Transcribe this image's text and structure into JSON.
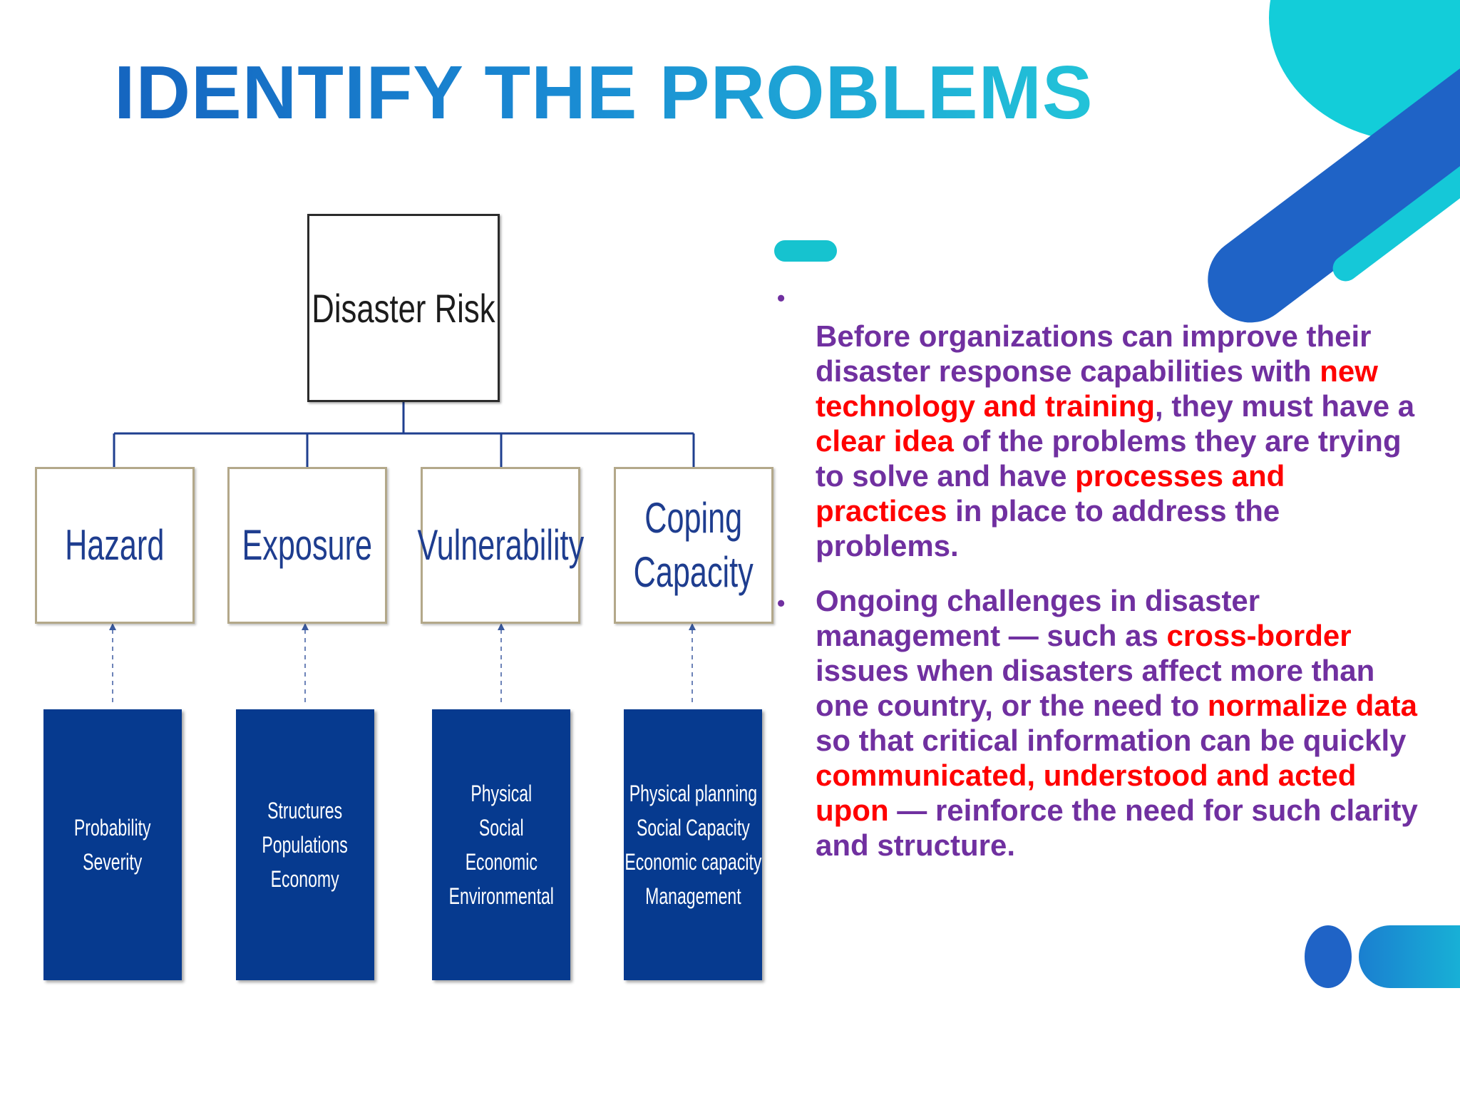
{
  "title": "IDENTIFY THE PROBLEMS",
  "diagram": {
    "root": "Disaster Risk",
    "categories": [
      {
        "label": "Hazard",
        "items": [
          "Probability",
          "Severity"
        ]
      },
      {
        "label": "Exposure",
        "items": [
          "Structures",
          "Populations",
          "Economy"
        ]
      },
      {
        "label": "Vulnerability",
        "items": [
          "Physical",
          "Social",
          "Economic",
          "Environmental"
        ]
      },
      {
        "label": "Coping\nCapacity",
        "items": [
          "Physical planning",
          "Social Capacity",
          "Economic capacity",
          "Management"
        ]
      }
    ],
    "colors": {
      "connector": "#1f3f8f",
      "sub_box": "#063a8f",
      "category_text": "#1e3d8f"
    }
  },
  "bullets": [
    {
      "segments": [
        {
          "text": "Before organizations can improve their disaster response capabilities with ",
          "highlight": false
        },
        {
          "text": "new technology and training",
          "highlight": true
        },
        {
          "text": ", they must have a ",
          "highlight": false
        },
        {
          "text": "clear idea",
          "highlight": true
        },
        {
          "text": " of the problems they are trying to solve and have ",
          "highlight": false
        },
        {
          "text": "processes and practices",
          "highlight": true
        },
        {
          "text": " in place to address the problems.",
          "highlight": false
        }
      ]
    },
    {
      "segments": [
        {
          "text": "Ongoing challenges in disaster management — such as ",
          "highlight": false
        },
        {
          "text": "cross-border",
          "highlight": true
        },
        {
          "text": " issues when disasters affect more than one country, or the need to ",
          "highlight": false
        },
        {
          "text": "normalize data",
          "highlight": true
        },
        {
          "text": " so that critical information can be quickly ",
          "highlight": false
        },
        {
          "text": "communicated, understood and acted upon",
          "highlight": true
        },
        {
          "text": " — reinforce the need for such clarity and structure.",
          "highlight": false
        }
      ]
    }
  ],
  "colors": {
    "text": "#7030a0",
    "highlight": "#ff0000",
    "title_start": "#1565c0",
    "title_end": "#22c3d8",
    "accent_blue": "#1f63c6",
    "accent_cyan": "#13cdd9"
  }
}
